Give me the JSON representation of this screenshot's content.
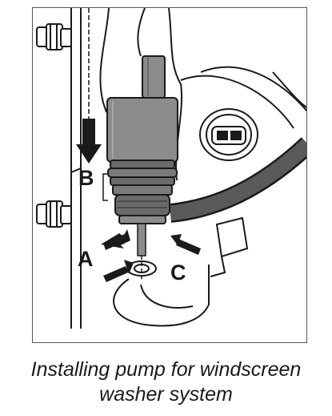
{
  "figure": {
    "caption_line1": "Installing pump for windscreen",
    "caption_line2": "washer system",
    "labels": {
      "a": "A",
      "b": "B",
      "c": "C"
    },
    "colors": {
      "outline": "#1a1a1a",
      "pump_body": "#8c8c8c",
      "pump_seal": "#6a6a6a",
      "hose": "#5a5a5a",
      "background": "#ffffff",
      "frame_border": "#555555"
    }
  }
}
